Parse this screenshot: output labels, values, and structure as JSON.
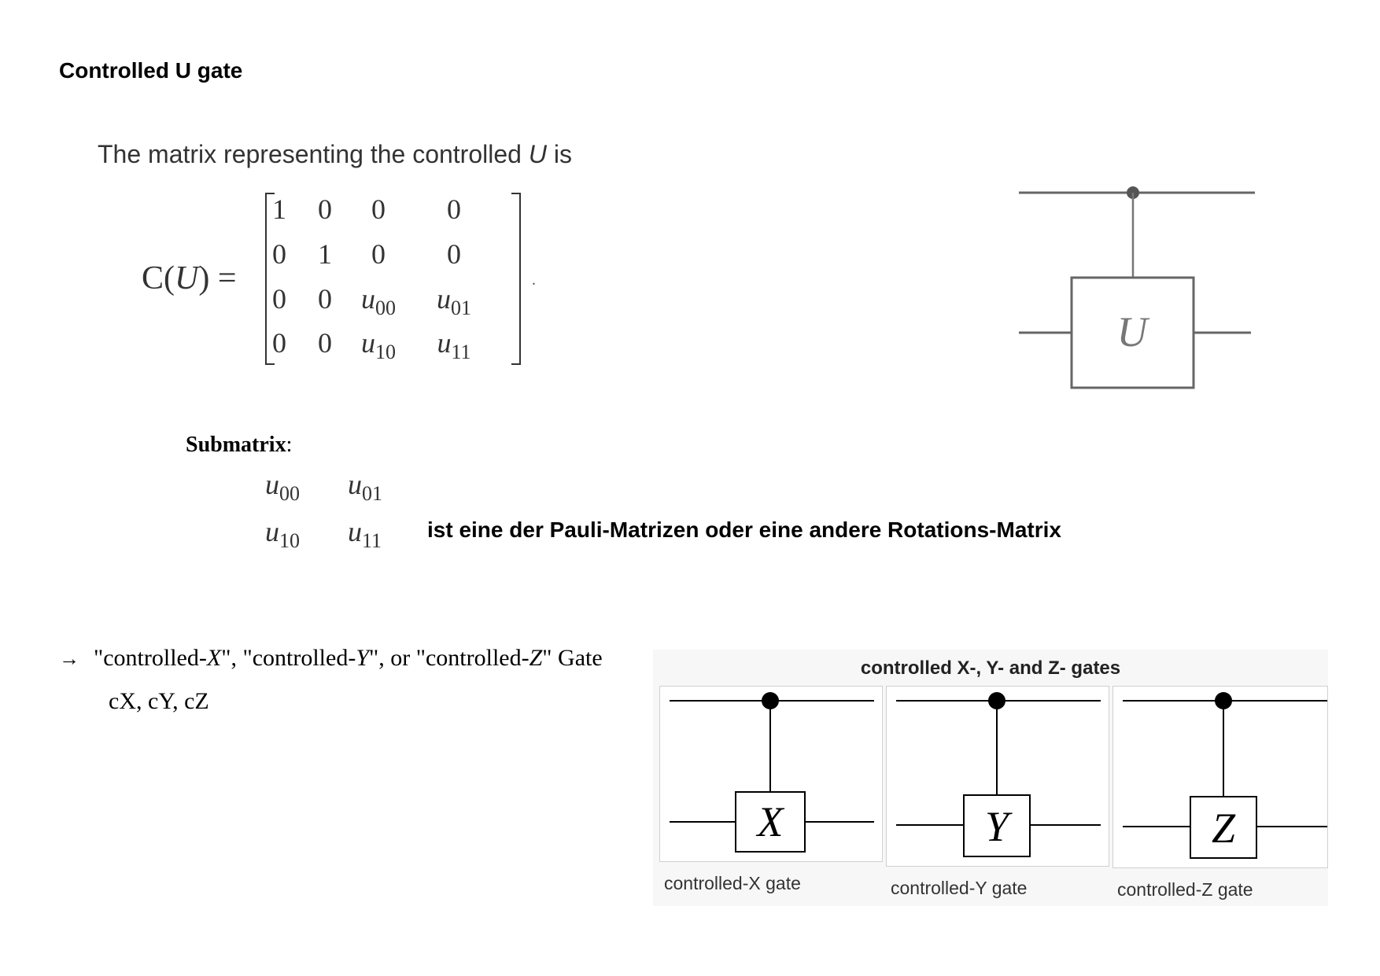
{
  "heading": "Controlled U gate",
  "intro": {
    "before": "The matrix representing the controlled ",
    "var": "U",
    "after": " is"
  },
  "cu_matrix": {
    "label_prefix": "C(",
    "label_var": "U",
    "label_suffix": ") =",
    "rows": [
      [
        {
          "t": "1"
        },
        {
          "t": "0"
        },
        {
          "t": "0"
        },
        {
          "t": "0"
        }
      ],
      [
        {
          "t": "0"
        },
        {
          "t": "1"
        },
        {
          "t": "0"
        },
        {
          "t": "0"
        }
      ],
      [
        {
          "t": "0"
        },
        {
          "t": "0"
        },
        {
          "v": "u",
          "s": "00"
        },
        {
          "v": "u",
          "s": "01"
        }
      ],
      [
        {
          "t": "0"
        },
        {
          "t": "0"
        },
        {
          "v": "u",
          "s": "10"
        },
        {
          "v": "u",
          "s": "11"
        }
      ]
    ],
    "trailing": "."
  },
  "cu_circuit": {
    "gate_label": "U"
  },
  "submatrix": {
    "label": "Submatrix",
    "colon": ":",
    "cells": [
      {
        "v": "u",
        "s": "00"
      },
      {
        "v": "u",
        "s": "01"
      },
      {
        "v": "u",
        "s": "10"
      },
      {
        "v": "u",
        "s": "11"
      }
    ],
    "note": "ist eine der  Pauli-Matrizen oder eine andere Rotations-Matrix"
  },
  "controlled_gates_line": {
    "arrow": "→",
    "parts": [
      "\"controlled-",
      "X",
      "\", \"controlled-",
      "Y",
      "\", or \"controlled-",
      "Z",
      "\"  Gate"
    ],
    "abbrev": "cX, cY, cZ"
  },
  "gates_panel": {
    "title": "controlled X-, Y- and Z- gates",
    "gates": [
      {
        "symbol": "X",
        "caption": "controlled-X gate"
      },
      {
        "symbol": "Y",
        "caption": "controlled-Y gate"
      },
      {
        "symbol": "Z",
        "caption": "controlled-Z gate"
      }
    ]
  }
}
